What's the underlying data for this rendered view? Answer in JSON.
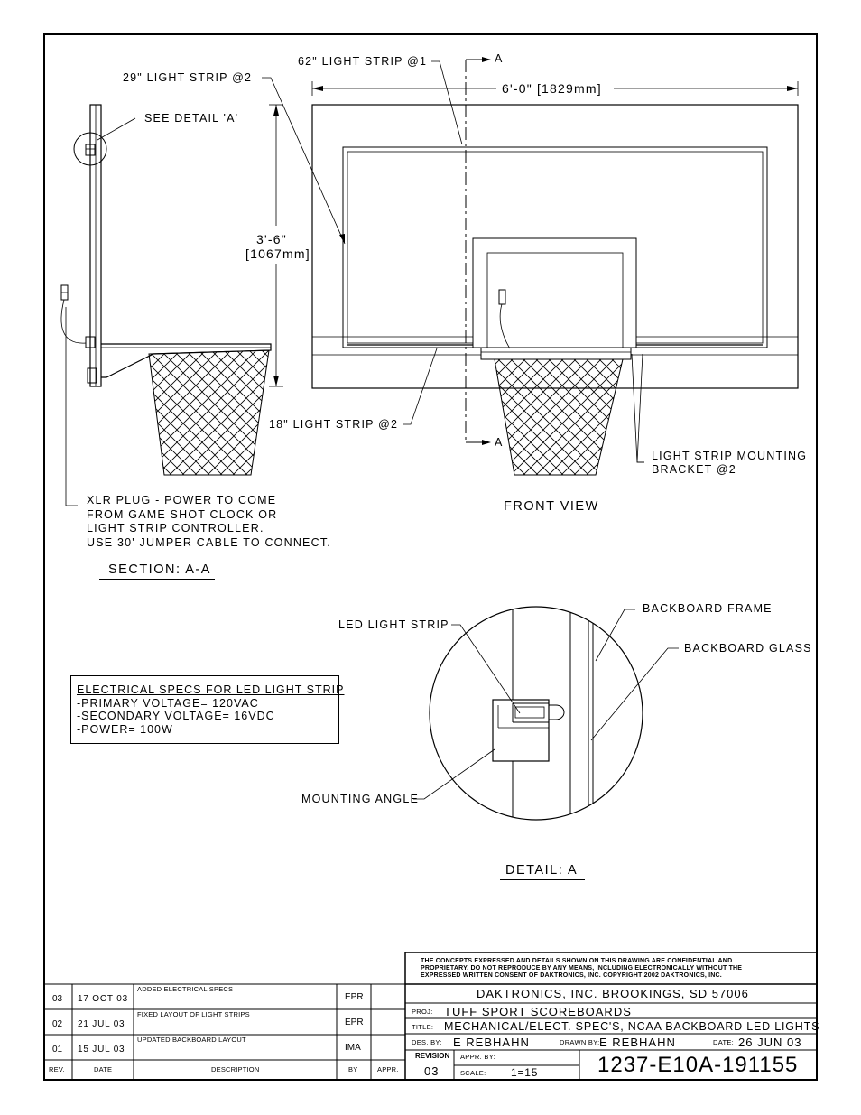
{
  "section_view": {
    "labels": {
      "light_strip_29": "29\" LIGHT STRIP @2",
      "see_detail": "SEE DETAIL 'A'",
      "dim_height_ft": "3'-6\"",
      "dim_height_mm": "[1067mm]",
      "light_strip_18": "18\" LIGHT STRIP @2"
    },
    "xlr_note": [
      "XLR PLUG - POWER TO COME",
      "FROM GAME SHOT CLOCK OR",
      "LIGHT STRIP CONTROLLER.",
      "USE 30' JUMPER CABLE TO CONNECT."
    ],
    "title": "SECTION: A-A"
  },
  "front_view": {
    "labels": {
      "light_strip_62": "62\" LIGHT STRIP @1",
      "section_marker_top": "A",
      "section_marker_bottom": "A",
      "dim_width": "6'-0\" [1829mm]",
      "mounting_bracket_1": "LIGHT STRIP MOUNTING",
      "mounting_bracket_2": "BRACKET @2"
    },
    "title": "FRONT VIEW"
  },
  "detail_a": {
    "labels": {
      "backboard_frame": "BACKBOARD FRAME",
      "backboard_glass": "BACKBOARD GLASS",
      "led_light_strip": "LED LIGHT STRIP",
      "mounting_angle": "MOUNTING ANGLE"
    },
    "title": "DETAIL: A"
  },
  "electrical_specs": {
    "heading": "ELECTRICAL SPECS FOR LED LIGHT STRIP",
    "lines": [
      "-PRIMARY VOLTAGE= 120VAC",
      "-SECONDARY VOLTAGE= 16VDC",
      "-POWER= 100W"
    ]
  },
  "revisions": {
    "headers": {
      "rev": "REV.",
      "date": "DATE",
      "description": "DESCRIPTION",
      "by": "BY",
      "appr": "APPR."
    },
    "rows": [
      {
        "rev": "03",
        "date": "17 OCT 03",
        "description": "ADDED ELECTRICAL SPECS",
        "by": "EPR"
      },
      {
        "rev": "02",
        "date": "21 JUL 03",
        "description": "FIXED LAYOUT OF LIGHT STRIPS",
        "by": "EPR"
      },
      {
        "rev": "01",
        "date": "15 JUL 03",
        "description": "UPDATED BACKBOARD LAYOUT",
        "by": "IMA"
      }
    ]
  },
  "title_block": {
    "confidential": [
      "THE CONCEPTS EXPRESSED AND DETAILS SHOWN ON THIS DRAWING ARE CONFIDENTIAL AND",
      "PROPRIETARY. DO NOT REPRODUCE BY ANY MEANS, INCLUDING ELECTRONICALLY WITHOUT THE",
      "EXPRESSED WRITTEN CONSENT OF DAKTRONICS, INC.          COPYRIGHT 2002 DAKTRONICS, INC."
    ],
    "company": "DAKTRONICS, INC.   BROOKINGS, SD 57006",
    "proj_label": "PROJ:",
    "proj": "TUFF SPORT SCOREBOARDS",
    "title_label": "TITLE:",
    "title": "MECHANICAL/ELECT. SPEC'S, NCAA BACKBOARD LED LIGHTS",
    "des_label": "DES. BY:",
    "des_by": "E REBHAHN",
    "drawn_label": "DRAWN BY:",
    "drawn_by": "E REBHAHN",
    "date_label": "DATE:",
    "date": "26 JUN 03",
    "revision_label": "REVISION",
    "revision": "03",
    "appr_label": "APPR. BY:",
    "scale_label": "SCALE:",
    "scale": "1=15",
    "drawing_number": "1237-E10A-191155"
  }
}
